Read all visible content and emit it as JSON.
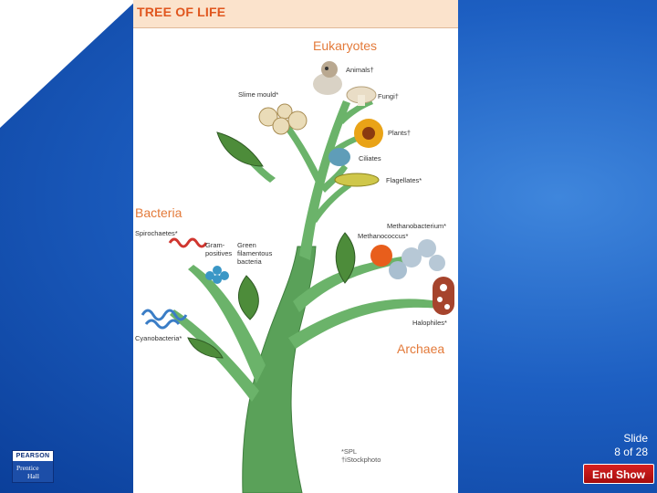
{
  "figure": {
    "title": "TREE OF LIFE",
    "sections": {
      "eukaryotes": "Eukaryotes",
      "bacteria": "Bacteria",
      "archaea": "Archaea"
    },
    "organisms": {
      "animals": "Animals†",
      "slime_mould": "Slime mould*",
      "fungi": "Fungi†",
      "plants": "Plants†",
      "ciliates": "Ciliates",
      "flagellates": "Flagellates*",
      "methanobacterium": "Methanobacterium*",
      "methanococcus": "Methanococcus*",
      "spirochaetes": "Spirochaetes*",
      "gram_positives_1": "Gram-",
      "gram_positives_2": "positives",
      "green_filamentous_1": "Green",
      "green_filamentous_2": "filamentous",
      "green_filamentous_3": "bacteria",
      "halophiles": "Halophiles*",
      "cyanobacteria": "Cyanobacteria*"
    },
    "credits": [
      "*SPL",
      "†iStockphoto"
    ]
  },
  "slide": {
    "label": "Slide",
    "counter": "8 of 28"
  },
  "controls": {
    "end_show": "End Show"
  },
  "logo": {
    "brand": "PEARSON",
    "line1": "Prentice",
    "line2": "Hall"
  },
  "colors": {
    "background": "#1d5fc2",
    "title": "#e0561e",
    "section_label": "#e37a3a",
    "tree": "#5aa159",
    "end_show": "#c41717"
  }
}
